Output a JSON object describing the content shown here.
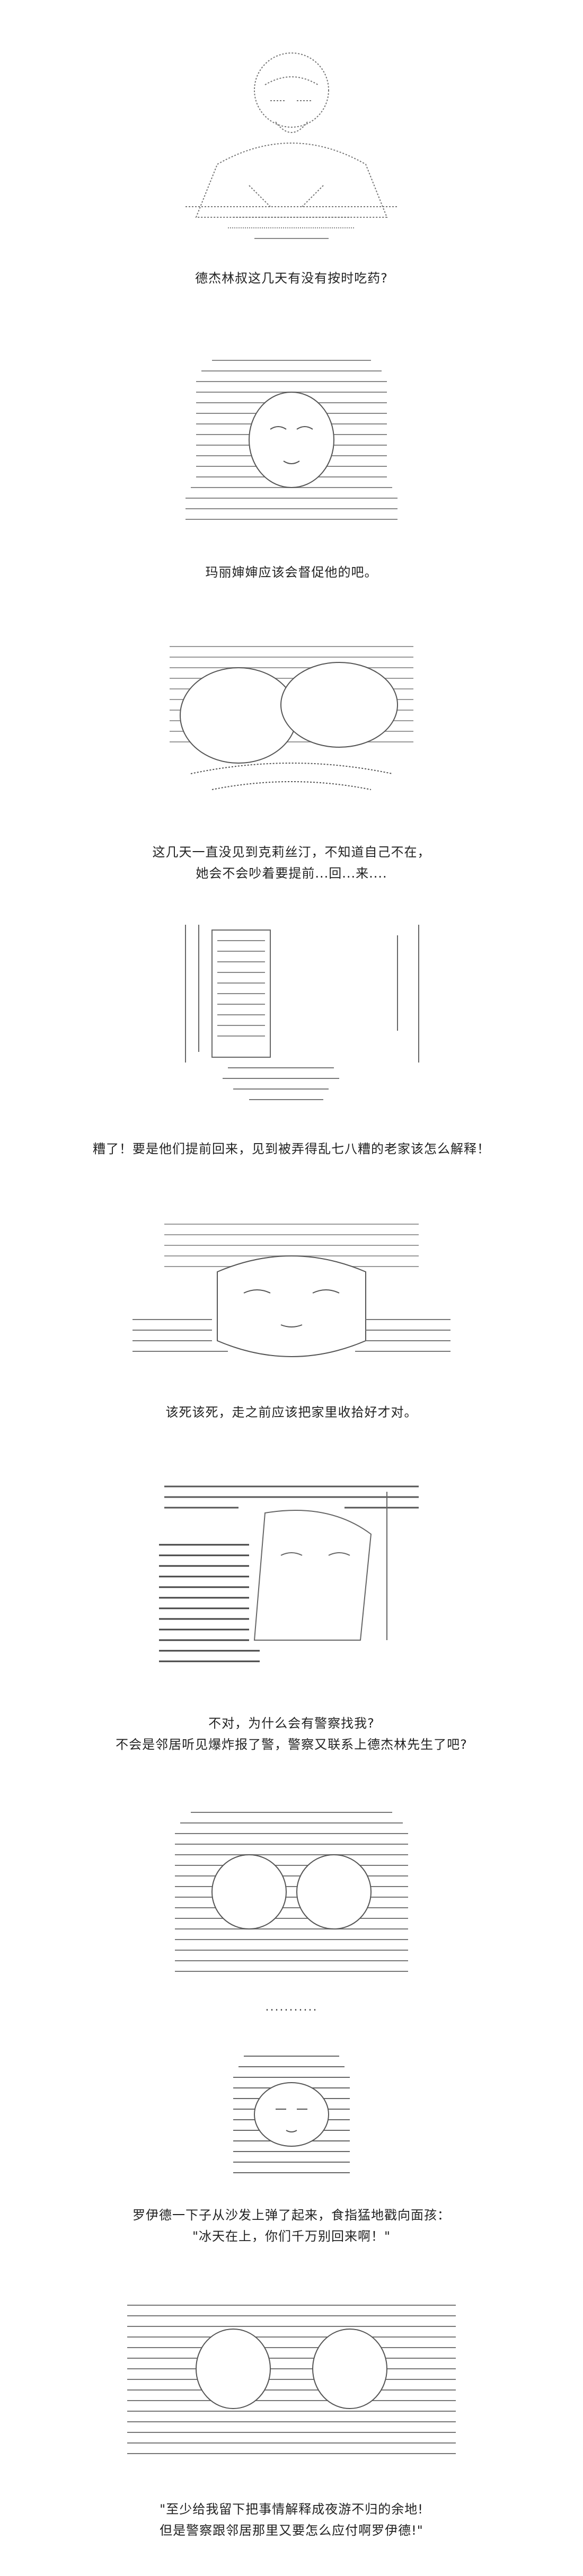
{
  "panels": [
    {
      "lines": [
        "德杰林叔这几天有没有按时吃药?"
      ]
    },
    {
      "lines": [
        "玛丽婶婶应该会督促他的吧。"
      ]
    },
    {
      "lines": [
        "这几天一直没见到克莉丝汀，不知道自己不在，",
        "她会不会吵着要提前...回...来...."
      ]
    },
    {
      "lines": [
        "糟了！要是他们提前回来，见到被弄得乱七八糟的老家该怎么解释！"
      ]
    },
    {
      "lines": [
        "该死该死，走之前应该把家里收拾好才对。"
      ]
    },
    {
      "lines": [
        "不对，为什么会有警察找我?",
        "不会是邻居听见爆炸报了警，警察又联系上德杰林先生了吧?"
      ]
    },
    {
      "lines": [
        "..........."
      ]
    },
    {
      "lines": [
        "罗伊德一下子从沙发上弹了起来，食指猛地戳向面孩：",
        "\"冰天在上，你们千万别回来啊！\""
      ]
    },
    {
      "lines": [
        "\"至少给我留下把事情解释成夜游不归的余地!",
        "但是警察跟邻居那里又要怎么应付啊罗伊德!\""
      ]
    }
  ],
  "colors": {
    "ink": "#222222",
    "art": "#6a6a6a",
    "art_light": "#9a9a9a"
  },
  "icons": [
    "ascii-art-old-man-desk",
    "ascii-art-woman-hat",
    "ascii-art-girl-sleeping",
    "ascii-art-doorway-room",
    "ascii-art-boy-worried",
    "ascii-art-boy-phone",
    "ascii-art-group-scene",
    "ascii-art-chibi-pointing",
    "ascii-art-group-shouting"
  ]
}
